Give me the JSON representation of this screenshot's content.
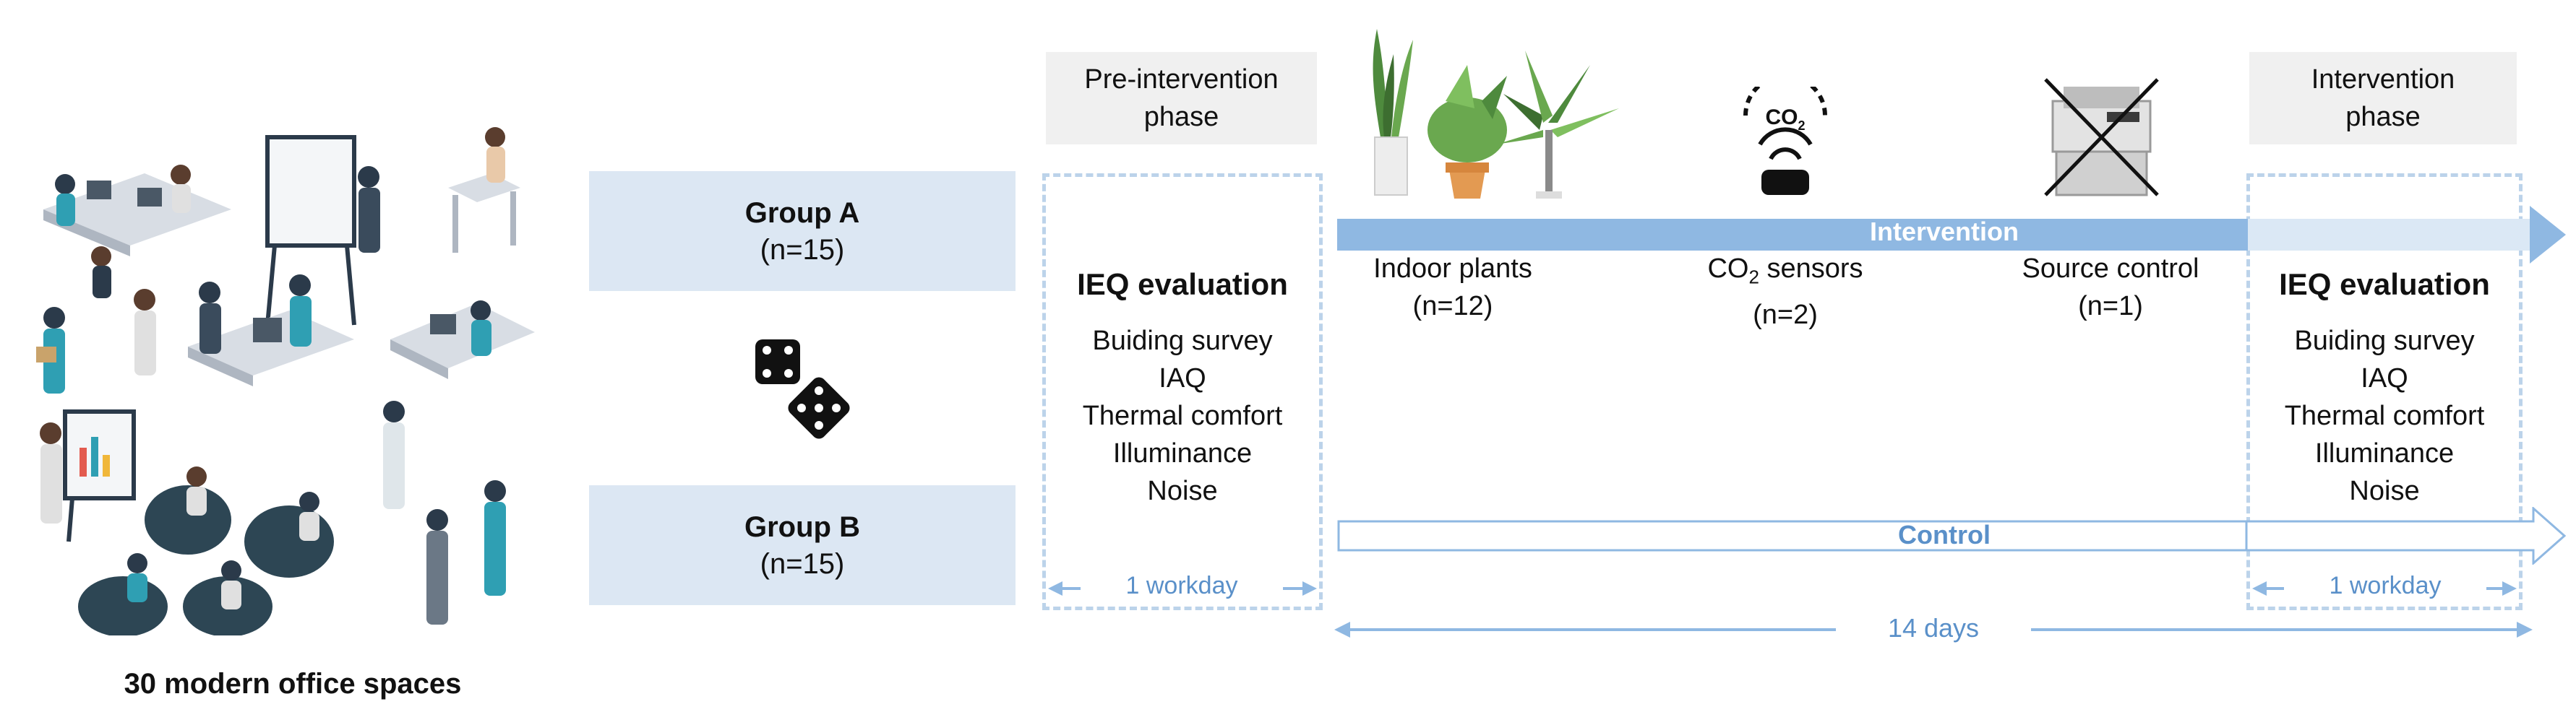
{
  "office": {
    "caption": "30 modern office spaces"
  },
  "groups": {
    "a": {
      "name": "Group A",
      "count": "(n=15)"
    },
    "b": {
      "name": "Group B",
      "count": "(n=15)"
    }
  },
  "phases": {
    "pre": {
      "line1": "Pre-intervention",
      "line2": "phase"
    },
    "post": {
      "line1": "Intervention",
      "line2": "phase"
    }
  },
  "evaluation": {
    "title": "IEQ evaluation",
    "items": [
      "Buiding survey",
      "IAQ",
      "Thermal comfort",
      "Illuminance",
      "Noise"
    ]
  },
  "arrows": {
    "intervention": "Intervention",
    "control": "Control",
    "duration_main": "14 days",
    "duration_phase": "1 workday"
  },
  "interventions": [
    {
      "name": "Indoor plants",
      "count": "(n=12)"
    },
    {
      "name_prefix": "CO",
      "name_sub": "2",
      "name_suffix": " sensors",
      "count": "(n=2)"
    },
    {
      "name": "Source control",
      "count": "(n=1)"
    }
  ],
  "icons": {
    "co2_label_prefix": "CO",
    "co2_label_sub": "2"
  },
  "colors": {
    "group_fill": "#dce7f3",
    "arrow_blue": "#8fb8e2",
    "text_blue": "#5a90c9",
    "dashed_border": "#bcd3ea",
    "phase_fill": "#f0f0f0"
  }
}
